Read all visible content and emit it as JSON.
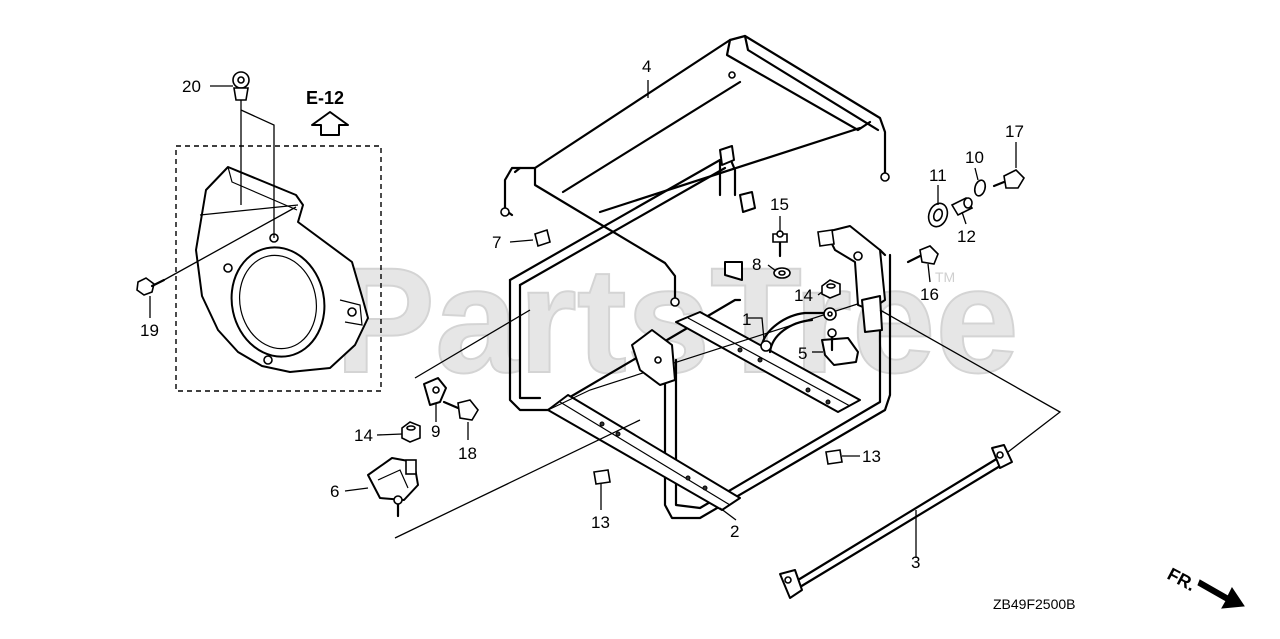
{
  "watermark": {
    "text": "PartsTree",
    "trademark": "TM"
  },
  "reference": {
    "label": "E-12"
  },
  "diagram_code": "ZB49F2500B",
  "front_marker": {
    "label": "FR."
  },
  "callouts": [
    {
      "id": "c1",
      "label": "1"
    },
    {
      "id": "c2",
      "label": "2"
    },
    {
      "id": "c3",
      "label": "3"
    },
    {
      "id": "c4",
      "label": "4"
    },
    {
      "id": "c5",
      "label": "5"
    },
    {
      "id": "c6",
      "label": "6"
    },
    {
      "id": "c7",
      "label": "7"
    },
    {
      "id": "c8",
      "label": "8"
    },
    {
      "id": "c9",
      "label": "9"
    },
    {
      "id": "c10",
      "label": "10"
    },
    {
      "id": "c11",
      "label": "11"
    },
    {
      "id": "c12",
      "label": "12"
    },
    {
      "id": "c13a",
      "label": "13"
    },
    {
      "id": "c13b",
      "label": "13"
    },
    {
      "id": "c14a",
      "label": "14"
    },
    {
      "id": "c14b",
      "label": "14"
    },
    {
      "id": "c15",
      "label": "15"
    },
    {
      "id": "c16",
      "label": "16"
    },
    {
      "id": "c17",
      "label": "17"
    },
    {
      "id": "c18",
      "label": "18"
    },
    {
      "id": "c19",
      "label": "19"
    },
    {
      "id": "c20",
      "label": "20"
    }
  ]
}
